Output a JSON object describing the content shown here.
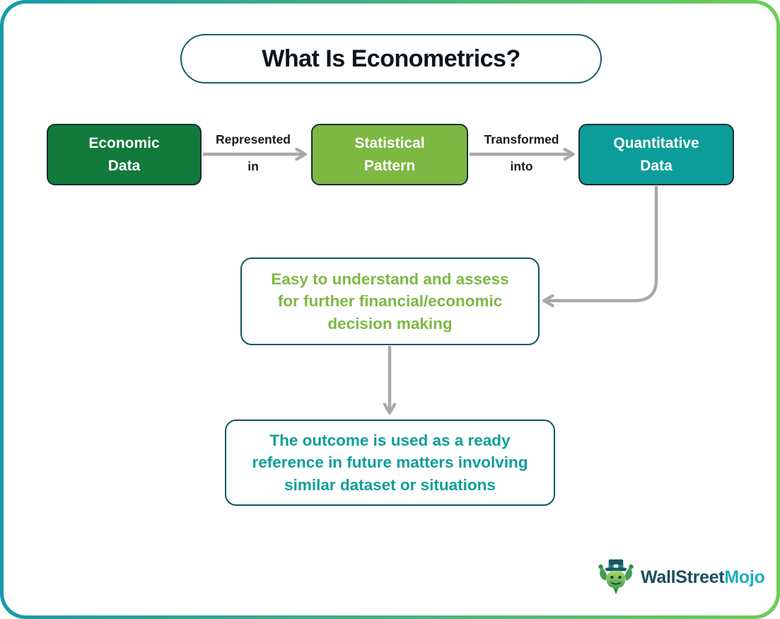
{
  "title": "What Is Econometrics?",
  "nodes": {
    "economic": {
      "line1": "Economic",
      "line2": "Data",
      "fill": "#117a3a"
    },
    "statistical": {
      "line1": "Statistical",
      "line2": "Pattern",
      "fill": "#7db843"
    },
    "quantitative": {
      "line1": "Quantitative",
      "line2": "Data",
      "fill": "#0d9d98"
    }
  },
  "edges": {
    "represented": {
      "line1": "Represented",
      "line2": "in"
    },
    "transformed": {
      "line1": "Transformed",
      "line2": "into"
    }
  },
  "results": {
    "assessment": {
      "line1": "Easy to understand and assess",
      "line2": "for further financial/economic",
      "line3": "decision making",
      "text_color": "#7db843"
    },
    "outcome": {
      "line1": "The outcome is used as a ready",
      "line2": "reference in future matters involving",
      "line3": "similar dataset or situations",
      "text_color": "#0f9e99"
    }
  },
  "logo": {
    "part1": "WallStreet",
    "part2": "Mojo"
  },
  "colors": {
    "frame_gradient_start": "#1899a8",
    "frame_gradient_end": "#70cc58",
    "node_border": "#1c2b39",
    "result_border": "#14565f",
    "title_border": "#1b5e68",
    "arrow_gray": "#a9a9a9",
    "logo_dark": "#1d4e5c",
    "logo_accent": "#1cadbc"
  }
}
